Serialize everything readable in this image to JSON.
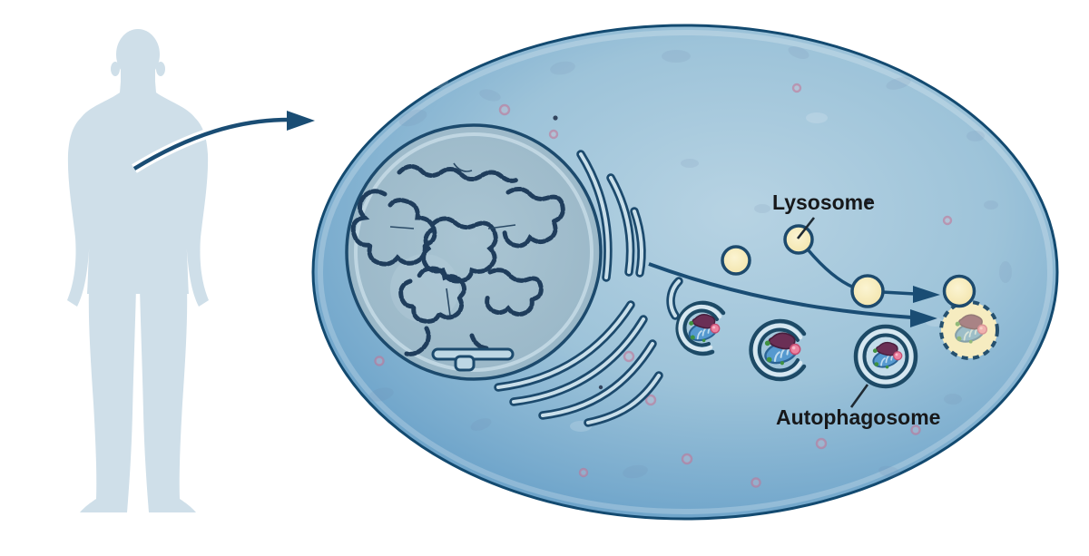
{
  "diagram": {
    "subject": "autophagy-pathway-in-human-cell",
    "labels": {
      "lysosome": "Lysosome",
      "autophagosome": "Autophagosome"
    },
    "organelles": [
      "human-figure",
      "cell-membrane",
      "nucleus",
      "chromatin",
      "golgi-er-stack",
      "lysosome-vesicle",
      "phagophore-early",
      "phagophore-late",
      "autophagosome-double-membrane",
      "autolysosome-fusion"
    ],
    "colors": {
      "silhouette": "#cfdfe9",
      "cell_outline": "#134a70",
      "cell_fill_light": "#b7d3e3",
      "cell_fill_deep": "#4e8cba",
      "nucleus_fill": "#9cb9c9",
      "membrane_dark": "#1d4a66",
      "membrane_lumen": "#d6e7f0",
      "lysosome_fill": "#f8eec1",
      "arrow": "#1a4d74",
      "label_text": "#17181a",
      "mitochondrion_blue": "#5599cf",
      "aggregate_maroon": "#6b2f55",
      "vesicle_pink": "#ec82a0",
      "dot_green": "#3f9140"
    }
  }
}
